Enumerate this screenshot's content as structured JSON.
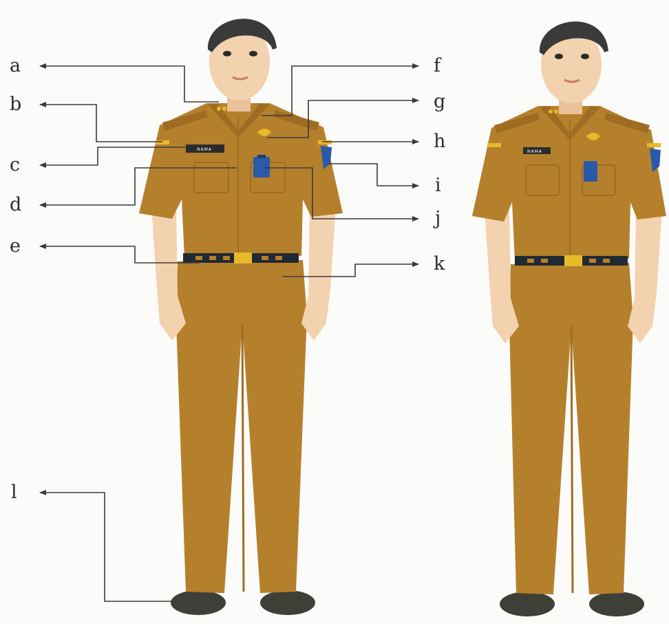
{
  "labels": {
    "a": "a",
    "b": "b",
    "c": "c",
    "d": "d",
    "e": "e",
    "l": "l",
    "f": "f",
    "g": "g",
    "h": "h",
    "i": "i",
    "j": "j",
    "k": "k"
  },
  "figures": {
    "name_tag_text": "NAMA",
    "figure_count": 2
  },
  "colors": {
    "uniform": "#b5802c",
    "uniform_shadow": "#9e6c22",
    "skin": "#f3d2b0",
    "hair": "#3a3a38",
    "belt": "#1f2a33",
    "buckle": "#e8b92a",
    "pocket_badge": "#2a5aa8",
    "shoes": "#3e3f37",
    "leader_line": "#3a3a3a"
  }
}
